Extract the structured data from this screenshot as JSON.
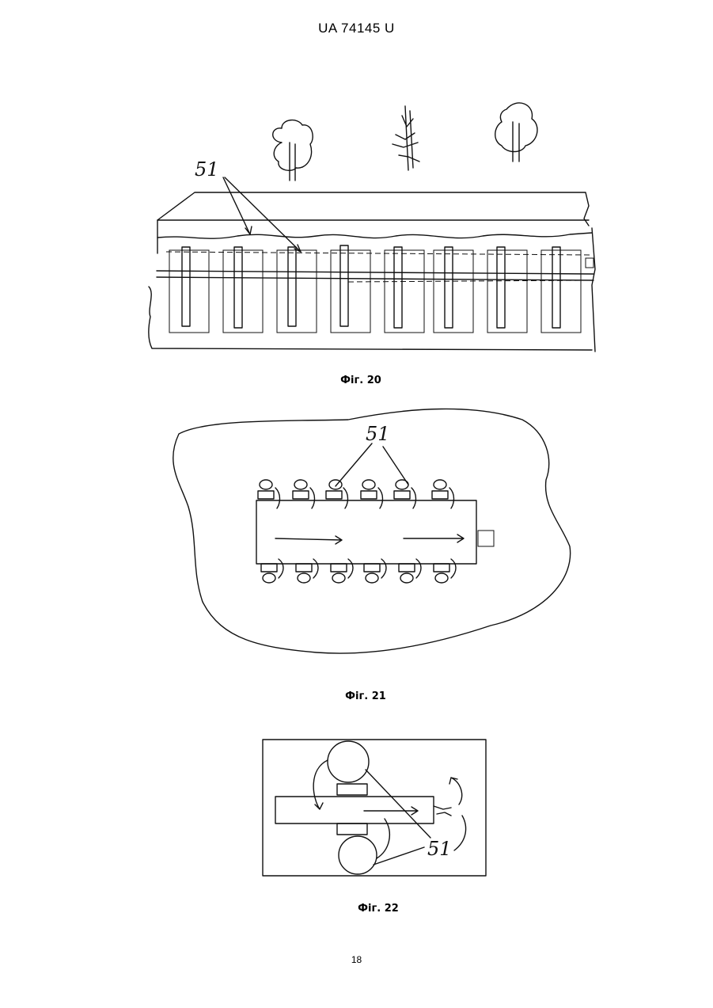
{
  "header": {
    "document_id": "UA   74145   U"
  },
  "figures": [
    {
      "caption": "Фіг. 20",
      "reference_label": "51"
    },
    {
      "caption": "Фіг. 21",
      "reference_label": "51"
    },
    {
      "caption": "Фіг. 22",
      "reference_label": "51"
    }
  ],
  "footer": {
    "page_number": "18"
  }
}
